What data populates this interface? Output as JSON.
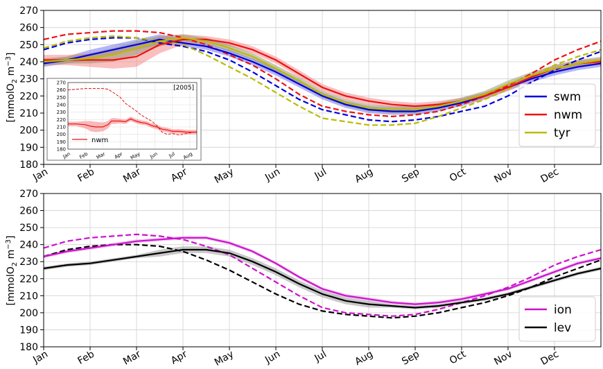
{
  "chart_data": [
    {
      "type": "line",
      "panel": "top",
      "ylabel": "[mmolO$_2$ m$^{-3}$]",
      "ylabel_main": "[mmolO",
      "ylabel_sub": "2",
      "ylabel_unit": " m",
      "ylabel_sup": "−3",
      "ylabel_close": "]",
      "ylim": [
        180,
        270
      ],
      "yticks": [
        180,
        190,
        200,
        210,
        220,
        230,
        240,
        250,
        260,
        270
      ],
      "xlim": [
        0,
        12
      ],
      "month_labels": [
        "Jan",
        "Feb",
        "Mar",
        "Apr",
        "May",
        "Jun",
        "Jul",
        "Aug",
        "Sep",
        "Oct",
        "Nov",
        "Dec"
      ],
      "grid": true,
      "legend_position": "right",
      "series": [
        {
          "name": "swm",
          "color": "#0000dd",
          "band_color": "#7777ee",
          "x": [
            0,
            0.5,
            1,
            1.5,
            2,
            2.5,
            3,
            3.5,
            4,
            4.5,
            5,
            5.5,
            6,
            6.5,
            7,
            7.5,
            8,
            8.5,
            9,
            9.5,
            10,
            10.5,
            11,
            11.5,
            12
          ],
          "solid": [
            239,
            241,
            244,
            247,
            250,
            253,
            251,
            249,
            245,
            240,
            234,
            227,
            220,
            215,
            212,
            211,
            211,
            213,
            216,
            220,
            225,
            230,
            234,
            237,
            239
          ],
          "band": [
            2,
            2,
            3,
            3,
            3,
            3,
            2,
            2,
            2,
            2,
            2,
            2,
            2,
            2,
            2,
            2,
            2,
            2,
            2,
            2,
            2,
            2,
            2,
            2,
            2
          ],
          "dashed": [
            247,
            251,
            253,
            254,
            254,
            251,
            249,
            246,
            241,
            234,
            226,
            218,
            212,
            209,
            206,
            205,
            206,
            208,
            211,
            214,
            220,
            228,
            235,
            241,
            246
          ]
        },
        {
          "name": "nwm",
          "color": "#ee1111",
          "band_color": "#f58a8a",
          "x": [
            0,
            0.5,
            1,
            1.5,
            2,
            2.5,
            3,
            3.5,
            4,
            4.5,
            5,
            5.5,
            6,
            6.5,
            7,
            7.5,
            8,
            8.5,
            9,
            9.5,
            10,
            10.5,
            11,
            11.5,
            12
          ],
          "solid": [
            241,
            241,
            241,
            241,
            243,
            250,
            253,
            253,
            251,
            247,
            241,
            233,
            225,
            220,
            217,
            215,
            214,
            215,
            217,
            220,
            225,
            231,
            236,
            239,
            240
          ],
          "band": [
            3,
            3,
            4,
            5,
            6,
            5,
            3,
            2,
            2,
            2,
            2,
            2,
            2,
            2,
            2,
            2,
            2,
            2,
            2,
            2,
            2,
            2,
            2,
            2,
            2
          ],
          "dashed": [
            253,
            256,
            257,
            258,
            258,
            257,
            254,
            250,
            244,
            238,
            230,
            221,
            214,
            211,
            209,
            208,
            209,
            211,
            215,
            220,
            226,
            233,
            241,
            247,
            252
          ]
        },
        {
          "name": "tyr",
          "color": "#bbbb00",
          "band_color": "#9a9a7a",
          "x": [
            0,
            0.5,
            1,
            1.5,
            2,
            2.5,
            3,
            3.5,
            4,
            4.5,
            5,
            5.5,
            6,
            6.5,
            7,
            7.5,
            8,
            8.5,
            9,
            9.5,
            10,
            10.5,
            11,
            11.5,
            12
          ],
          "solid": [
            240,
            241,
            242,
            244,
            248,
            252,
            254,
            252,
            248,
            243,
            236,
            229,
            221,
            216,
            213,
            212,
            212,
            214,
            217,
            221,
            227,
            232,
            236,
            239,
            241
          ],
          "band": [
            2,
            2,
            3,
            4,
            4,
            3,
            2,
            2,
            2,
            2,
            2,
            2,
            2,
            2,
            2,
            2,
            2,
            2,
            2,
            2,
            2,
            2,
            2,
            2,
            2
          ],
          "dashed": [
            248,
            252,
            254,
            255,
            254,
            252,
            250,
            244,
            237,
            230,
            222,
            214,
            207,
            205,
            203,
            203,
            204,
            208,
            213,
            218,
            224,
            231,
            238,
            243,
            247
          ]
        }
      ],
      "inset": {
        "title": "[2005]",
        "ylim": [
          180,
          270
        ],
        "yticks": [
          180,
          190,
          200,
          210,
          220,
          230,
          240,
          250,
          260,
          270
        ],
        "month_labels": [
          "Jan",
          "Feb",
          "Mar",
          "Apr",
          "May",
          "Jun",
          "Jul",
          "Aug"
        ],
        "xlim": [
          0,
          7.4
        ],
        "series": {
          "name": "nwm",
          "color": "#ee1111",
          "band_color": "#f58a8a",
          "x": [
            0,
            0.5,
            1,
            1.3,
            1.6,
            2,
            2.3,
            2.5,
            2.7,
            3,
            3.3,
            3.6,
            3.9,
            4.2,
            4.5,
            4.8,
            5.1,
            5.4,
            5.7,
            6.0,
            6.4,
            6.8,
            7.2,
            7.4
          ],
          "solid": [
            214,
            214,
            213,
            211,
            210,
            210,
            213,
            218,
            218,
            218,
            217,
            221,
            218,
            216,
            215,
            212,
            210,
            207,
            206,
            204,
            204,
            203,
            203,
            203
          ],
          "band": [
            3,
            3,
            5,
            7,
            7,
            6,
            5,
            4,
            4,
            3,
            3,
            3,
            3,
            3,
            3,
            3,
            3,
            3,
            3,
            3,
            3,
            3,
            3,
            3
          ],
          "dashed": [
            260,
            261,
            262,
            262,
            262,
            262,
            261,
            258,
            255,
            250,
            242,
            237,
            232,
            226,
            222,
            218,
            212,
            203,
            200,
            201,
            199,
            201,
            203,
            203
          ]
        }
      }
    },
    {
      "type": "line",
      "panel": "bottom",
      "ylim": [
        180,
        270
      ],
      "yticks": [
        180,
        190,
        200,
        210,
        220,
        230,
        240,
        250,
        260,
        270
      ],
      "xlim": [
        0,
        12
      ],
      "month_labels": [
        "Jan",
        "Feb",
        "Mar",
        "Apr",
        "May",
        "Jun",
        "Jul",
        "Aug",
        "Sep",
        "Oct",
        "Nov",
        "Dec"
      ],
      "grid": true,
      "legend_position": "bottom-right",
      "series": [
        {
          "name": "ion",
          "color": "#cc11cc",
          "band_color": "#e79ae7",
          "x": [
            0,
            0.5,
            1,
            1.5,
            2,
            2.5,
            3,
            3.5,
            4,
            4.5,
            5,
            5.5,
            6,
            6.5,
            7,
            7.5,
            8,
            8.5,
            9,
            9.5,
            10,
            10.5,
            11,
            11.5,
            12
          ],
          "solid": [
            233,
            236,
            238,
            240,
            242,
            243,
            244,
            244,
            241,
            236,
            229,
            221,
            214,
            210,
            208,
            206,
            205,
            206,
            208,
            211,
            214,
            219,
            224,
            229,
            232
          ],
          "band": [
            1,
            1,
            1,
            1,
            1,
            1,
            1,
            1,
            1,
            1,
            1,
            1,
            1,
            1,
            1,
            1,
            1,
            1,
            1,
            1,
            1,
            1,
            1,
            1,
            1
          ],
          "dashed": [
            238,
            242,
            244,
            245,
            246,
            245,
            243,
            239,
            234,
            226,
            218,
            210,
            203,
            200,
            199,
            198,
            199,
            202,
            206,
            210,
            215,
            221,
            228,
            233,
            237
          ]
        },
        {
          "name": "lev",
          "color": "#000000",
          "band_color": "#9a9a9a",
          "x": [
            0,
            0.5,
            1,
            1.5,
            2,
            2.5,
            3,
            3.5,
            4,
            4.5,
            5,
            5.5,
            6,
            6.5,
            7,
            7.5,
            8,
            8.5,
            9,
            9.5,
            10,
            10.5,
            11,
            11.5,
            12
          ],
          "solid": [
            226,
            228,
            229,
            231,
            233,
            235,
            237,
            237,
            235,
            230,
            224,
            217,
            211,
            207,
            205,
            204,
            203,
            204,
            206,
            208,
            211,
            215,
            219,
            223,
            226
          ],
          "band": [
            1,
            1,
            1,
            1,
            1,
            2,
            2,
            2,
            2,
            2,
            2,
            2,
            2,
            2,
            2,
            1,
            1,
            1,
            1,
            1,
            1,
            1,
            1,
            1,
            1
          ],
          "dashed": [
            233,
            237,
            239,
            240,
            240,
            239,
            236,
            231,
            225,
            218,
            211,
            205,
            201,
            199,
            198,
            197,
            198,
            200,
            203,
            206,
            210,
            215,
            221,
            226,
            231
          ]
        }
      ]
    }
  ]
}
